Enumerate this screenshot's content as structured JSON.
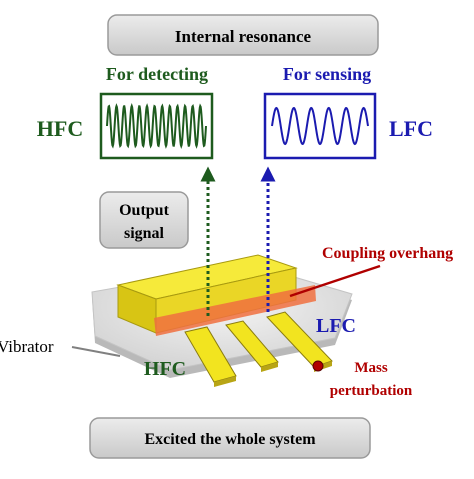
{
  "title_box": {
    "text": "Internal resonance"
  },
  "detecting": {
    "text": "For detecting"
  },
  "sensing": {
    "text": "For sensing"
  },
  "hfc_left": {
    "text": "HFC"
  },
  "lfc_right": {
    "text": "LFC"
  },
  "output_box": {
    "line1": "Output",
    "line2": "signal"
  },
  "coupling": {
    "text": "Coupling overhang"
  },
  "lfc_device": {
    "text": "LFC"
  },
  "vibrator": {
    "text": "Vibrator"
  },
  "hfc_device": {
    "text": "HFC"
  },
  "mass": {
    "line1": "Mass",
    "line2": "perturbation"
  },
  "bottom_box": {
    "text": "Excited the whole system"
  },
  "colors": {
    "hfc": "#1e5b1e",
    "lfc": "#1b1bb0",
    "coupling": "#b00000",
    "box_fill": "#d9d9d9",
    "device_yellow": "#f2e41f",
    "overhang": "#f07040"
  }
}
